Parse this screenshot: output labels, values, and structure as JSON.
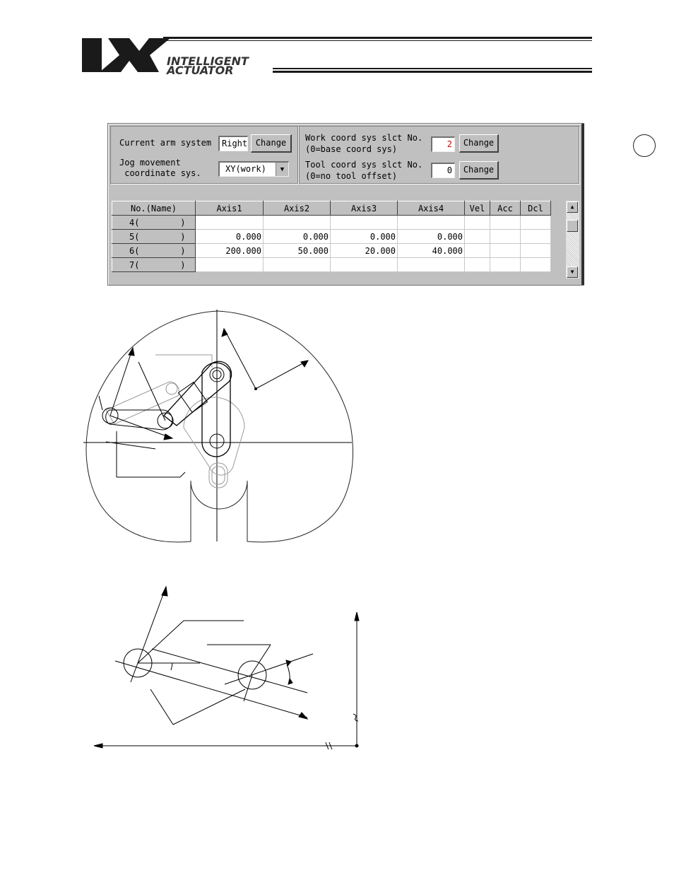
{
  "header": {
    "logo_mark": "IX",
    "brand_line1": "INTELLIGENT",
    "brand_line2": "ACTUATOR"
  },
  "panel": {
    "arm_system_label": "Current arm system",
    "arm_system_value": "Right",
    "arm_change_label": "Change",
    "jog_label_line1": "Jog movement",
    "jog_label_line2": " coordinate sys.",
    "jog_value": "XY(work)",
    "work_coord_line1": "Work coord sys slct No.",
    "work_coord_line2": "(0=base coord sys)",
    "work_coord_value": "2",
    "work_change_label": "Change",
    "tool_coord_line1": "Tool coord sys slct No.",
    "tool_coord_line2": "(0=no tool offset)",
    "tool_coord_value": "0",
    "tool_change_label": "Change",
    "highlight_color": "#e00000"
  },
  "table": {
    "headers": [
      "No.(Name)",
      "Axis1",
      "Axis2",
      "Axis3",
      "Axis4",
      "Vel",
      "Acc",
      "Dcl"
    ],
    "rows": [
      {
        "no": "4(        )",
        "axis1": "",
        "axis2": "",
        "axis3": "",
        "axis4": "",
        "vel": "",
        "acc": "",
        "dcl": ""
      },
      {
        "no": "5(        )",
        "axis1": "0.000",
        "axis2": "0.000",
        "axis3": "0.000",
        "axis4": "0.000",
        "vel": "",
        "acc": "",
        "dcl": ""
      },
      {
        "no": "6(        )",
        "axis1": "200.000",
        "axis2": "50.000",
        "axis3": "20.000",
        "axis4": "40.000",
        "vel": "",
        "acc": "",
        "dcl": ""
      },
      {
        "no": "7(        )",
        "axis1": "",
        "axis2": "",
        "axis3": "",
        "axis4": "",
        "vel": "",
        "acc": "",
        "dcl": ""
      }
    ],
    "scroll_up_icon": "arrow-up-icon",
    "scroll_down_icon": "arrow-down-icon"
  }
}
